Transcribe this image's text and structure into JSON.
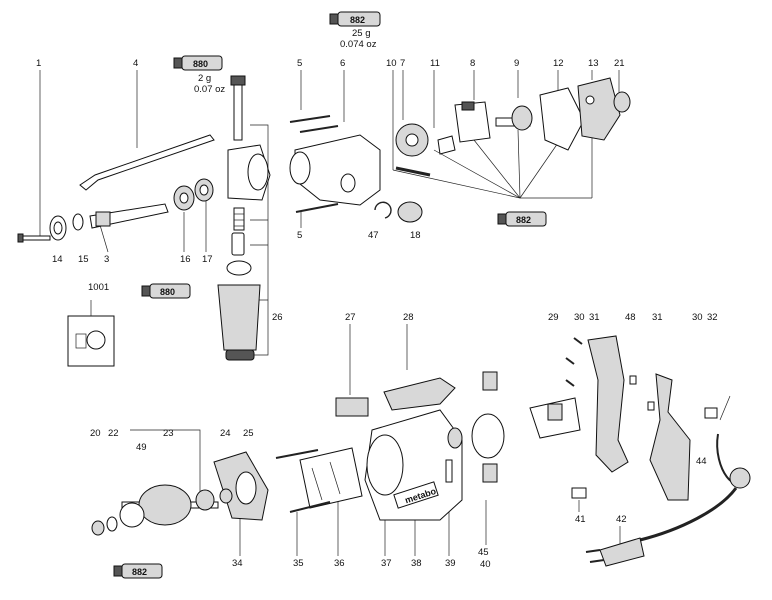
{
  "parts": [
    "1",
    "4",
    "5",
    "6",
    "10",
    "7",
    "11",
    "8",
    "9",
    "12",
    "13",
    "21",
    "14",
    "15",
    "3",
    "16",
    "17",
    "47",
    "18",
    "5",
    "1001",
    "26",
    "27",
    "28",
    "29",
    "30",
    "31",
    "48",
    "31",
    "30",
    "32",
    "20",
    "22",
    "49",
    "23",
    "24",
    "25",
    "34",
    "35",
    "36",
    "37",
    "38",
    "39",
    "45",
    "40",
    "41",
    "42",
    "44"
  ],
  "tubes": [
    {
      "code": "882",
      "note": [
        "25 g",
        "0.074 oz"
      ]
    },
    {
      "code": "880",
      "note": [
        "2 g",
        "0.07 oz"
      ]
    },
    {
      "code": "882",
      "note": []
    },
    {
      "code": "880",
      "note": []
    },
    {
      "code": "882",
      "note": []
    }
  ],
  "brand_label": "metabo"
}
